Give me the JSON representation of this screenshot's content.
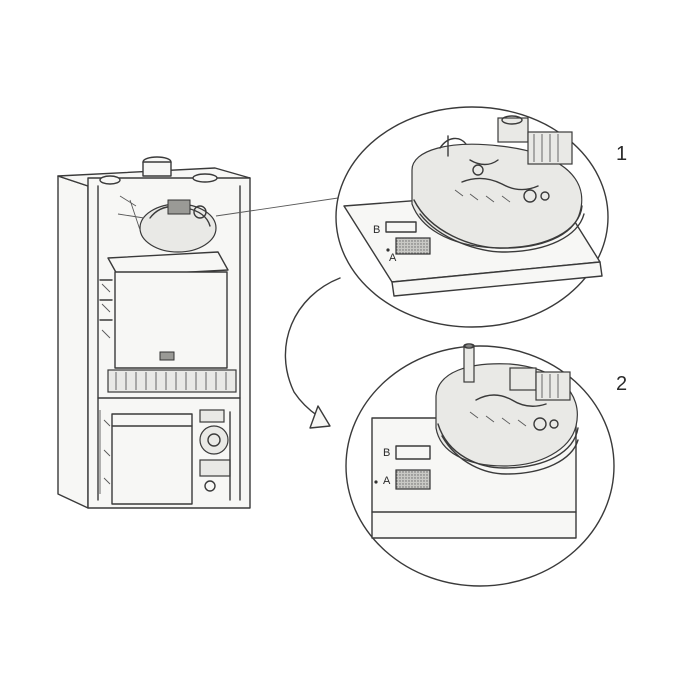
{
  "labels": {
    "step_1": "1",
    "step_2": "2",
    "zoom1_letter_b": "B",
    "zoom1_letter_a": "A",
    "zoom2_letter_b": "B",
    "zoom2_letter_a": "A"
  },
  "colors": {
    "line": "#3a3a3a",
    "paper": "#ffffff"
  },
  "icons": {
    "arrow": "curved-arrow-icon"
  }
}
